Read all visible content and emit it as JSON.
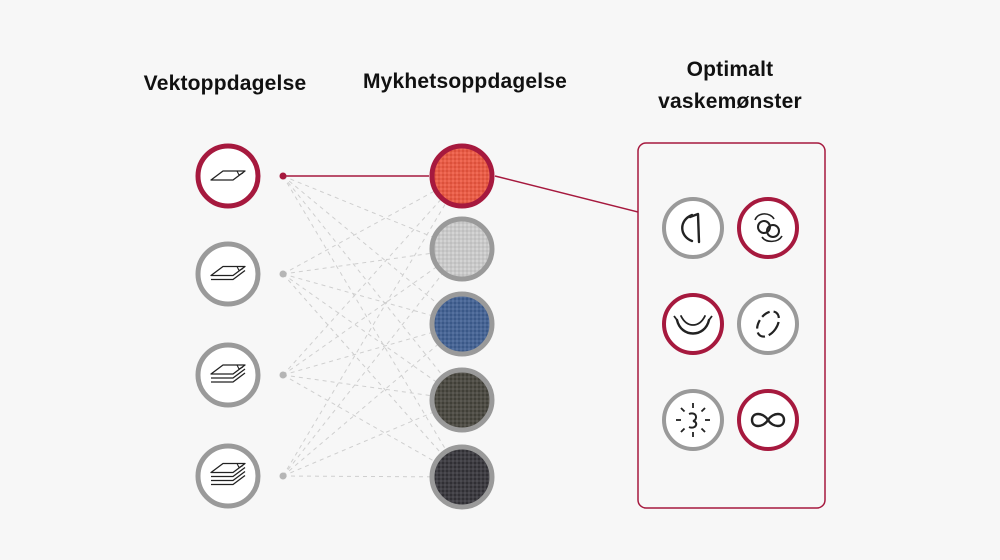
{
  "headings": {
    "weight_detection": "Vektoppdagelse",
    "softness_detection": "Mykhetsoppdagelse",
    "optimal_pattern_line1": "Optimalt",
    "optimal_pattern_line2": "vaskemønster"
  },
  "colors": {
    "accent": "#a6193e",
    "inactive_ring": "#9a9a9a",
    "background": "#f7f7f7",
    "line_inactive": "#cfcfcf"
  },
  "weight_levels": [
    {
      "icon": "one-layer-laundry-icon",
      "layers": 1,
      "active": true
    },
    {
      "icon": "two-layer-laundry-icon",
      "layers": 2,
      "active": false
    },
    {
      "icon": "three-layer-laundry-icon",
      "layers": 3,
      "active": false
    },
    {
      "icon": "four-layer-laundry-icon",
      "layers": 4,
      "active": false
    }
  ],
  "fabrics": [
    {
      "icon": "red-fabric-texture",
      "color": "#f0573f",
      "active": true
    },
    {
      "icon": "light-gray-fabric-texture",
      "color": "#cfcfcf",
      "active": false
    },
    {
      "icon": "blue-fabric-texture",
      "color": "#3f5f93",
      "active": false
    },
    {
      "icon": "dark-olive-fabric-texture",
      "color": "#46443c",
      "active": false
    },
    {
      "icon": "charcoal-fabric-texture",
      "color": "#343339",
      "active": false
    }
  ],
  "wash_patterns": [
    {
      "icon": "rolling-motion-icon",
      "active": false
    },
    {
      "icon": "tumble-motion-icon",
      "active": true
    },
    {
      "icon": "swing-motion-icon",
      "active": true
    },
    {
      "icon": "rotation-motion-icon",
      "active": false
    },
    {
      "icon": "step-motion-icon",
      "active": false
    },
    {
      "icon": "infinity-motion-icon",
      "active": true
    }
  ]
}
